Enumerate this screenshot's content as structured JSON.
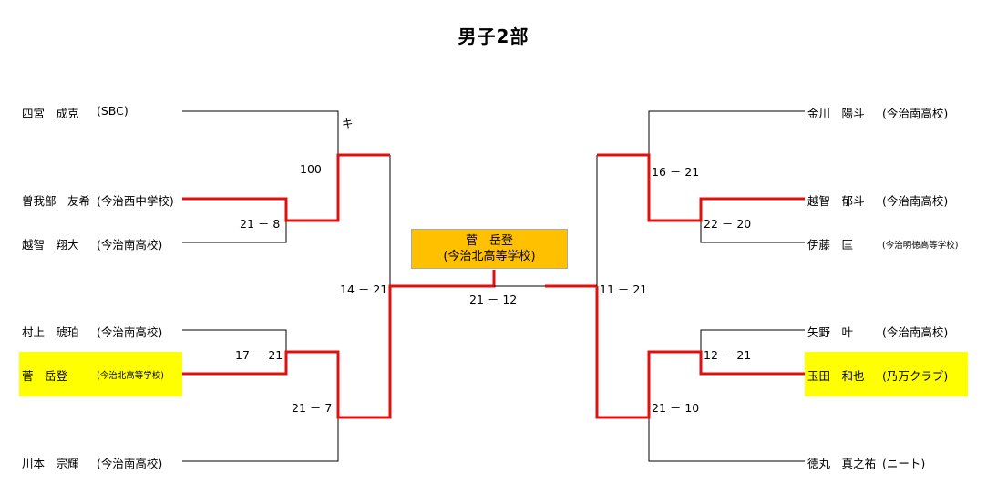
{
  "title": "男子2部",
  "colors": {
    "win_line": "#e01010",
    "line": "#000000",
    "highlight": "#ffff00",
    "champion_bg": "#ffc000"
  },
  "champion": {
    "name": "菅　岳登",
    "team": "(今治北高等学校)"
  },
  "left_players": [
    {
      "name": "四宮　成克",
      "team": "(SBC)",
      "highlight": false
    },
    {
      "name": "曽我部　友希",
      "team": "(今治西中学校)",
      "highlight": false
    },
    {
      "name": "越智　翔大",
      "team": "(今治南高校)",
      "highlight": false
    },
    {
      "name": "村上　琥珀",
      "team": "(今治南高校)",
      "highlight": false
    },
    {
      "name": "菅　岳登",
      "team": "(今治北高等学校)",
      "highlight": true
    },
    {
      "name": "川本　宗輝",
      "team": "(今治南高校)",
      "highlight": false
    }
  ],
  "right_players": [
    {
      "name": "金川　陽斗",
      "team": "(今治南高校)",
      "highlight": false
    },
    {
      "name": "越智　郁斗",
      "team": "(今治南高校)",
      "highlight": false
    },
    {
      "name": "伊藤　匡",
      "team": "(今治明徳高等学校)",
      "highlight": false
    },
    {
      "name": "矢野　叶",
      "team": "(今治南高校)",
      "highlight": false
    },
    {
      "name": "玉田　和也",
      "team": "(乃万クラブ)",
      "highlight": true
    },
    {
      "name": "徳丸　真之祐",
      "team": "(ニート)",
      "highlight": false
    }
  ],
  "scores": {
    "left_r1_top": "21 － 8",
    "left_r1_bottom": "17 － 21",
    "left_r2_top_note": "キ",
    "left_r2_top": "100",
    "left_r2_bottom": "21 － 7",
    "left_semi": "14 － 21",
    "final": "21 － 12",
    "right_semi": "11 － 21",
    "right_r2_top": "16 － 21",
    "right_r1_top": "22 － 20",
    "right_r1_bottom": "12 － 21",
    "right_r2_bottom": "21 － 10"
  }
}
